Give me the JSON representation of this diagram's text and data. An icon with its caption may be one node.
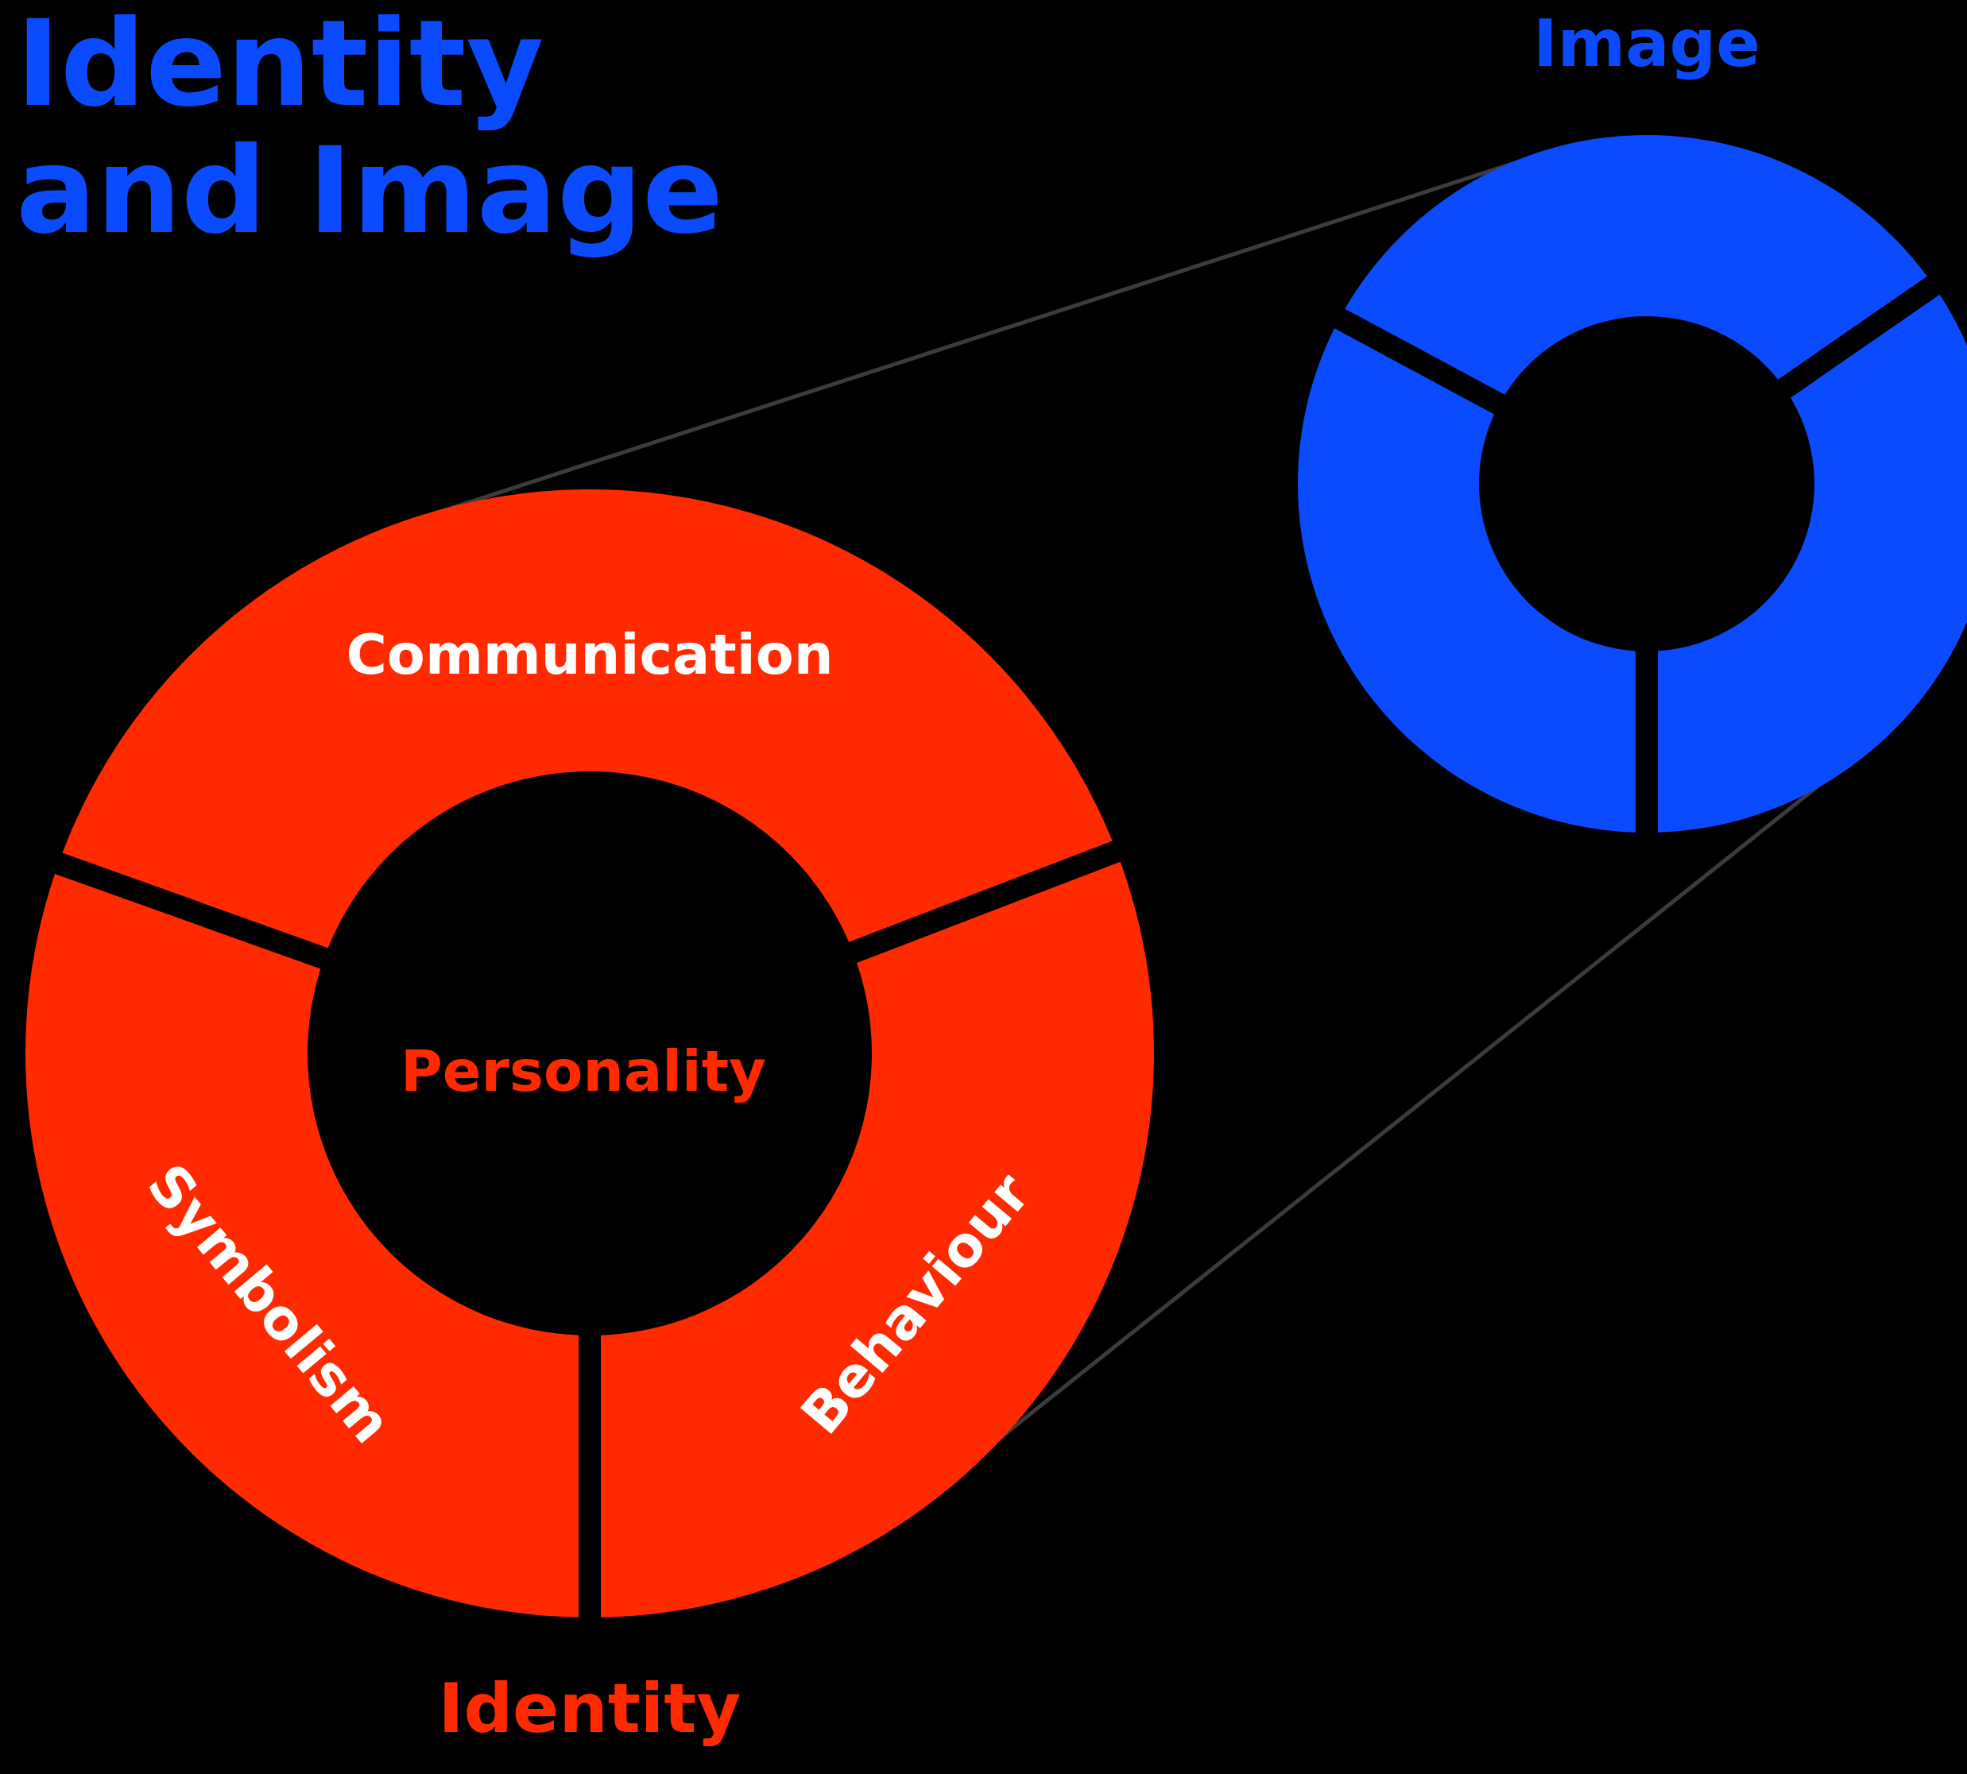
{
  "diagram": {
    "title": "Identity and Image",
    "nodes": [
      {
        "text": [
          "Identity"
        ]
      },
      {
        "text": [
          "Communication"
        ],
        "in": 0
      },
      {
        "text": [
          "Behaviour"
        ],
        "in": 0
      },
      {
        "text": [
          "Symbolism"
        ],
        "in": 0
      },
      {
        "text": [
          "Personality"
        ],
        "in": 0
      },
      {
        "text": [
          "Image"
        ]
      },
      {
        "text": [],
        "shape": "segment",
        "in": 5
      },
      {
        "text": [],
        "shape": "segment",
        "in": 5
      },
      {
        "text": [],
        "shape": "segment",
        "in": 5
      }
    ],
    "edges": [
      {
        "from": 1,
        "to": 6,
        "arrow": "none"
      },
      {
        "from": 2,
        "to": 7,
        "arrow": "none"
      }
    ]
  }
}
